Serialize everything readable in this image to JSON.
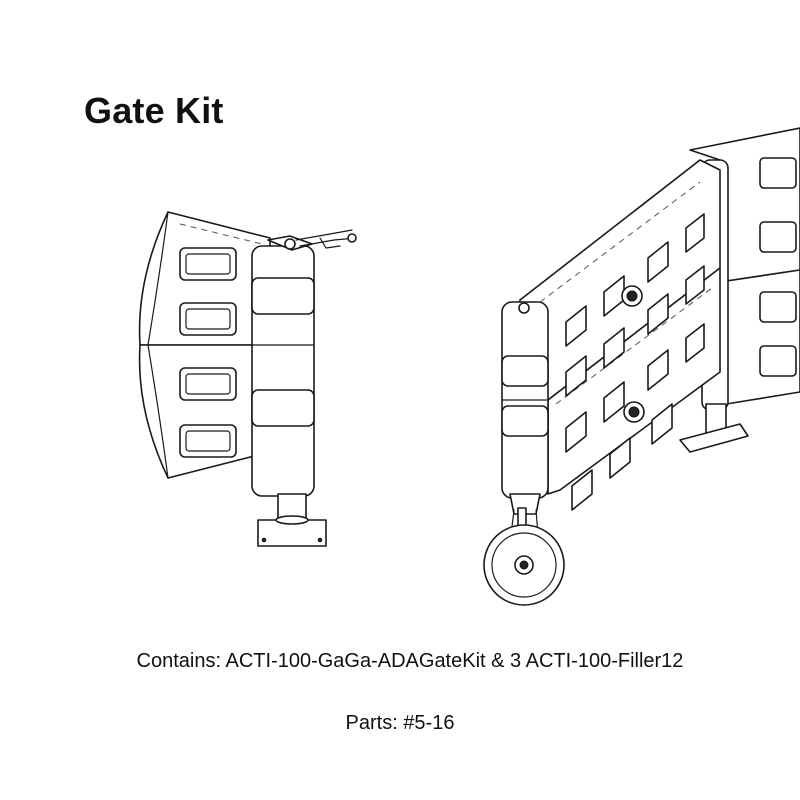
{
  "heading": "Gate Kit",
  "contents_note": "Contains: ACTI-100-GaGa-ADAGateKit & 3 ACTI-100-Filler12",
  "parts_note": "Parts: #5-16"
}
